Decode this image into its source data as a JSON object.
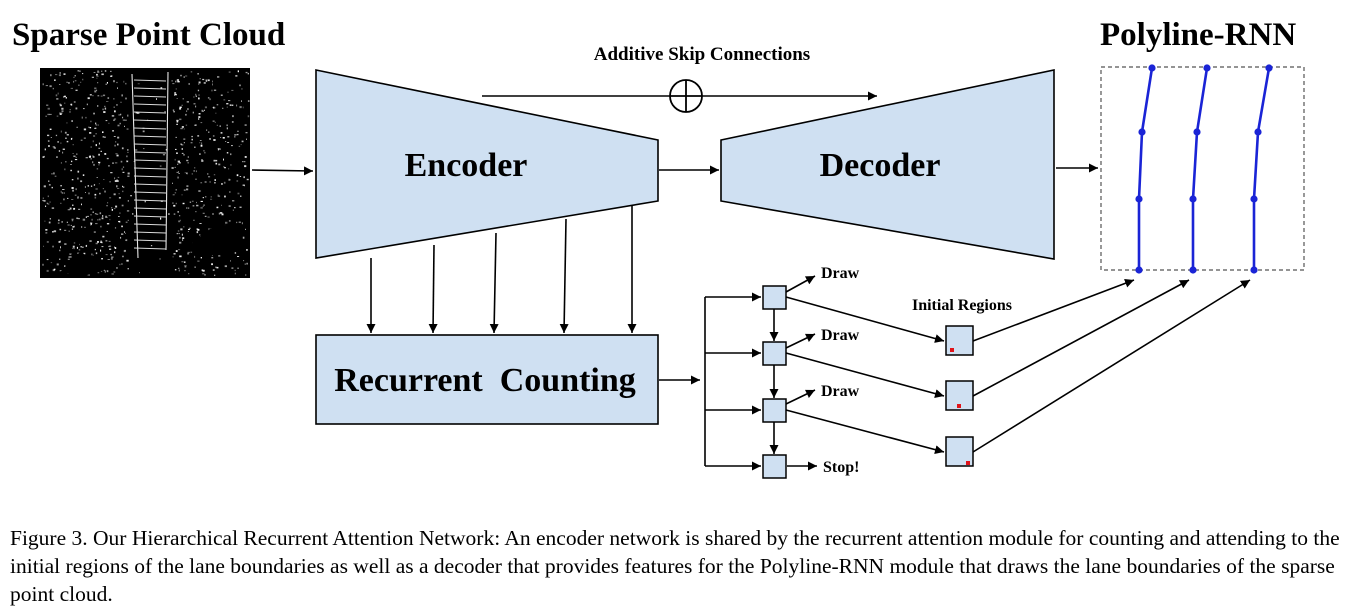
{
  "labels": {
    "sparse_title": "Sparse Point Cloud",
    "polyline_title": "Polyline-RNN",
    "skip_label": "Additive Skip Connections",
    "encoder": "Encoder",
    "decoder": "Decoder",
    "recurrent_counting": "Recurrent  Counting",
    "initial_regions": "Initial Regions",
    "draw": "Draw",
    "stop": "Stop!"
  },
  "caption": "Figure 3. Our Hierarchical Recurrent Attention Network: An encoder network is shared by the recurrent attention module for counting and attending to the initial regions of the lane boundaries as well as a decoder that provides features for the Polyline-RNN module that draws the lane boundaries of the sparse point cloud.",
  "colors": {
    "box_fill": "#cfe0f2",
    "stroke": "#000000",
    "polyline": "#1a24d6",
    "marker": "#e0141a",
    "point_cloud_bg": "#000000"
  }
}
